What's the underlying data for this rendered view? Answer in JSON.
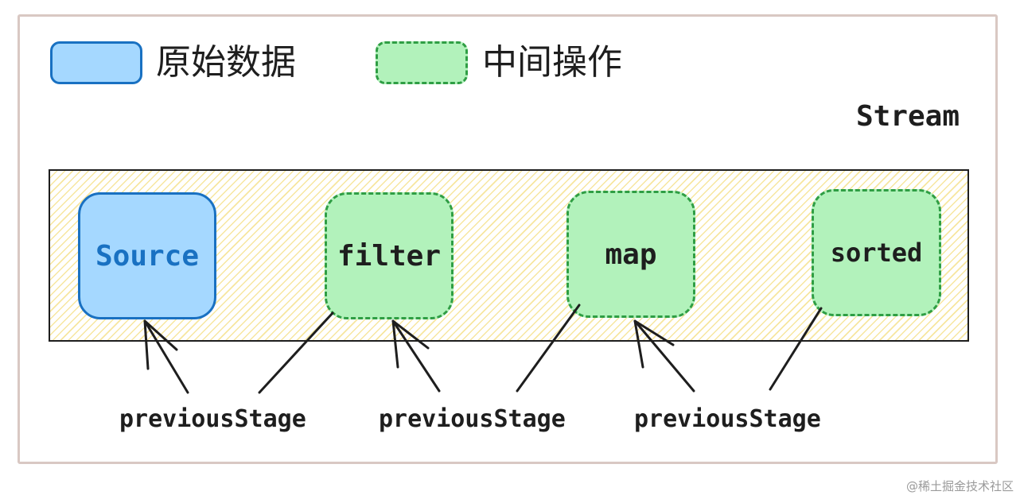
{
  "legend": {
    "raw_data_label": "原始数据",
    "intermediate_op_label": "中间操作",
    "raw_color": "#a5d8ff",
    "raw_border": "#1971c2",
    "intermediate_color": "#b2f2bb",
    "intermediate_border": "#2f9e44"
  },
  "stream": {
    "title": "Stream",
    "stages": [
      {
        "label": "Source",
        "kind": "raw"
      },
      {
        "label": "filter",
        "kind": "intermediate"
      },
      {
        "label": "map",
        "kind": "intermediate"
      },
      {
        "label": "sorted",
        "kind": "intermediate"
      }
    ],
    "links": [
      {
        "label": "previousStage",
        "from": "filter",
        "to": "Source"
      },
      {
        "label": "previousStage",
        "from": "map",
        "to": "filter"
      },
      {
        "label": "previousStage",
        "from": "sorted",
        "to": "map"
      }
    ]
  },
  "watermark": "@稀土掘金技术社区"
}
